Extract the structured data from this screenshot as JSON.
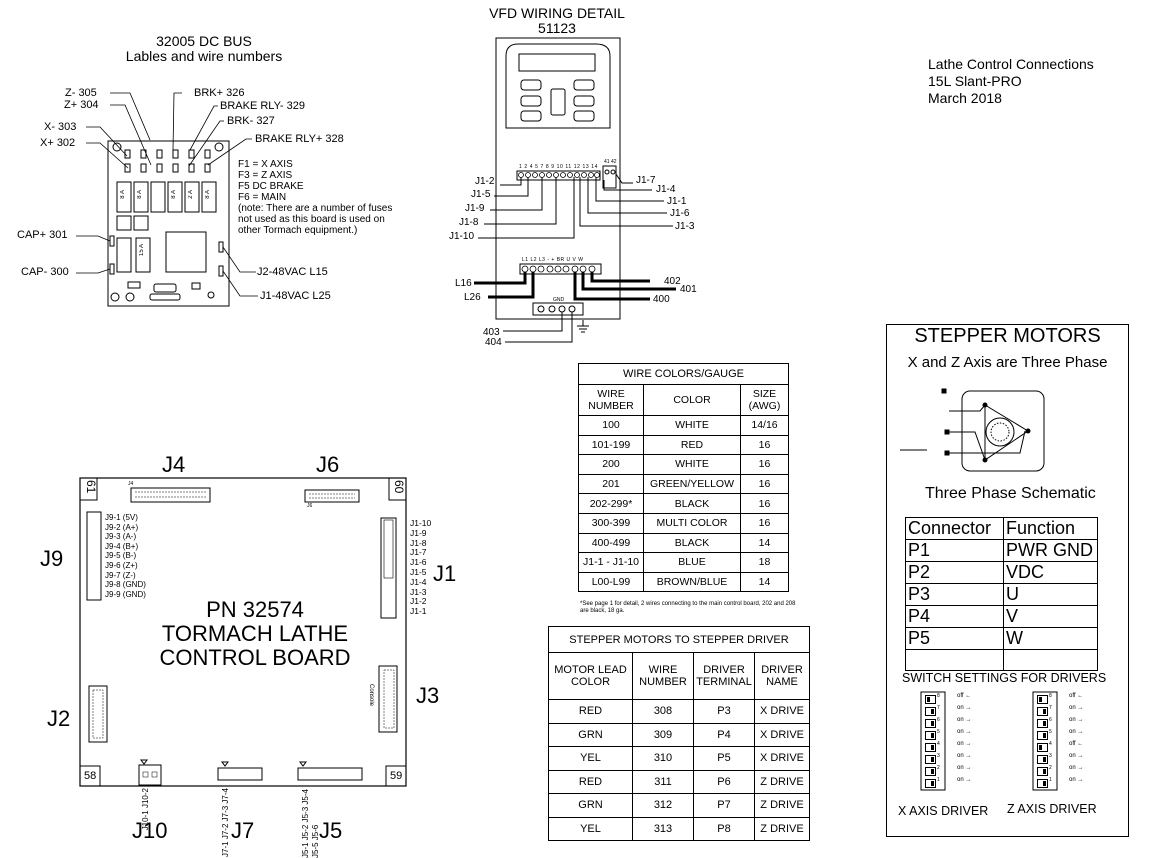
{
  "dc_bus": {
    "title_line1": "32005 DC BUS",
    "title_line2": "Lables and wire numbers",
    "labels": {
      "z_minus": "Z-  305",
      "z_plus": "Z+ 304",
      "x_minus": "X-  303",
      "x_plus": "X+  302",
      "brk_plus": "BRK+  326",
      "brake_rly_minus": "BRAKE RLY-  329",
      "brk_minus": "BRK-  327",
      "brake_rly_plus": "BRAKE RLY+ 328",
      "cap_plus": "CAP+  301",
      "cap_minus": "CAP-  300",
      "j2": "J2-48VAC  L15",
      "j1": "J1-48VAC  L25"
    },
    "fuse_notes": [
      "F1 = X AXIS",
      "F3 = Z AXIS",
      "F5 DC BRAKE",
      "F6 = MAIN"
    ],
    "fuse_note_extra": "(note: There are a number of fuses not used as this board is used on other Tormach equipment.)",
    "fuse_ratings": [
      "8 A",
      "8 A",
      "8 A",
      "2 A",
      "8 A",
      "15 A"
    ]
  },
  "vfd": {
    "title": "VFD WIRING DETAIL",
    "part": "51123",
    "left_labels": [
      "J1-2",
      "J1-5",
      "J1-9",
      "J1-8",
      "J1-10"
    ],
    "right_labels": [
      "J1-7",
      "J1-4",
      "J1-1",
      "J1-6",
      "J1-3"
    ],
    "terminal_top": "1  2  4  5  7  8  9  10  11  12  13  14",
    "terminal_top_right": "41  42",
    "terminal_bottom": "L1  L2  L3    -    +   BR  U   V   W",
    "gnd_label": "GND",
    "l16": "L16",
    "l26": "L26",
    "w402": "402",
    "w401": "401",
    "w400": "400",
    "w403": "403",
    "w404": "404"
  },
  "header_right": {
    "line1": "Lathe Control Connections",
    "line2": "15L Slant-PRO",
    "line3": "March 2018"
  },
  "control_board": {
    "pn_line1": "PN 32574",
    "pn_line2": "TORMACH LATHE",
    "pn_line3": "CONTROL BOARD",
    "corner_tl": "61",
    "corner_tr": "60",
    "corner_bl": "58",
    "corner_br": "59",
    "j4": "J4",
    "j6": "J6",
    "j9": "J9",
    "j1": "J1",
    "j2": "J2",
    "j3": "J3",
    "j10": "J10",
    "j7": "J7",
    "j5": "J5",
    "j4_small": "J4",
    "j6_small": "J6",
    "console": "Console",
    "j9_pins": [
      "J9-1 (5V)",
      "J9-2 (A+)",
      "J9-3 (A-)",
      "J9-4 (B+)",
      "J9-5 (B-)",
      "J9-6 (Z+)",
      "J9-7 (Z-)",
      "J9-8 (GND)",
      "J9-9 (GND)"
    ],
    "j1_pins": [
      "J1-10",
      "J1-9",
      "J1-8",
      "J1-7",
      "J1-6",
      "J1-5",
      "J1-4",
      "J1-3",
      "J1-2",
      "J1-1"
    ],
    "j10_pins": [
      "J10-1",
      "J10-2"
    ],
    "j7_pins": [
      "J7-1",
      "J7-2",
      "J7-3",
      "J7-4"
    ],
    "j5_pins": [
      "J5-1",
      "J5-2",
      "J5-3",
      "J5-4",
      "J5-5",
      "J5-6"
    ]
  },
  "wire_table": {
    "title": "WIRE  COLORS/GAUGE",
    "headers": [
      "WIRE NUMBER",
      "COLOR",
      "SIZE (AWG)"
    ],
    "rows": [
      [
        "100",
        "WHITE",
        "14/16"
      ],
      [
        "101-199",
        "RED",
        "16"
      ],
      [
        "200",
        "WHITE",
        "16"
      ],
      [
        "201",
        "GREEN/YELLOW",
        "16"
      ],
      [
        "202-299*",
        "BLACK",
        "16"
      ],
      [
        "300-399",
        "MULTI COLOR",
        "16"
      ],
      [
        "400-499",
        "BLACK",
        "14"
      ],
      [
        "J1-1 - J1-10",
        "BLUE",
        "18"
      ],
      [
        "L00-L99",
        "BROWN/BLUE",
        "14"
      ]
    ],
    "footnote": "*See page 1 for detail, 2 wires connecting to the main control board, 202 and 208 are black, 18 ga."
  },
  "stepper_table": {
    "title": "STEPPER MOTORS TO STEPPER DRIVER",
    "headers": [
      "MOTOR LEAD COLOR",
      "WIRE NUMBER",
      "DRIVER TERMINAL",
      "DRIVER NAME"
    ],
    "rows": [
      [
        "RED",
        "308",
        "P3",
        "X DRIVE"
      ],
      [
        "GRN",
        "309",
        "P4",
        "X DRIVE"
      ],
      [
        "YEL",
        "310",
        "P5",
        "X DRIVE"
      ],
      [
        "RED",
        "311",
        "P6",
        "Z DRIVE"
      ],
      [
        "GRN",
        "312",
        "P7",
        "Z DRIVE"
      ],
      [
        "YEL",
        "313",
        "P8",
        "Z DRIVE"
      ]
    ]
  },
  "stepper_panel": {
    "title": "STEPPER MOTORS",
    "subtitle": "X and Z Axis are Three Phase",
    "schematic_caption": "Three Phase Schematic",
    "connector_headers": [
      "Connector",
      "Function"
    ],
    "connectors": [
      [
        "P1",
        "PWR GND"
      ],
      [
        "P2",
        "VDC"
      ],
      [
        "P3",
        "U"
      ],
      [
        "P4",
        "V"
      ],
      [
        "P5",
        "W"
      ]
    ],
    "switch_title": "SWITCH SETTINGS FOR DRIVERS",
    "x_driver": "X AXIS DRIVER",
    "z_driver": "Z AXIS DRIVER",
    "x_switches": [
      "off",
      "on",
      "on",
      "on",
      "on",
      "on",
      "on",
      "on"
    ],
    "z_switches": [
      "off",
      "on",
      "on",
      "on",
      "off",
      "on",
      "on",
      "on"
    ],
    "switch_numbers": [
      "8",
      "7",
      "6",
      "5",
      "4",
      "3",
      "2",
      "1"
    ]
  }
}
